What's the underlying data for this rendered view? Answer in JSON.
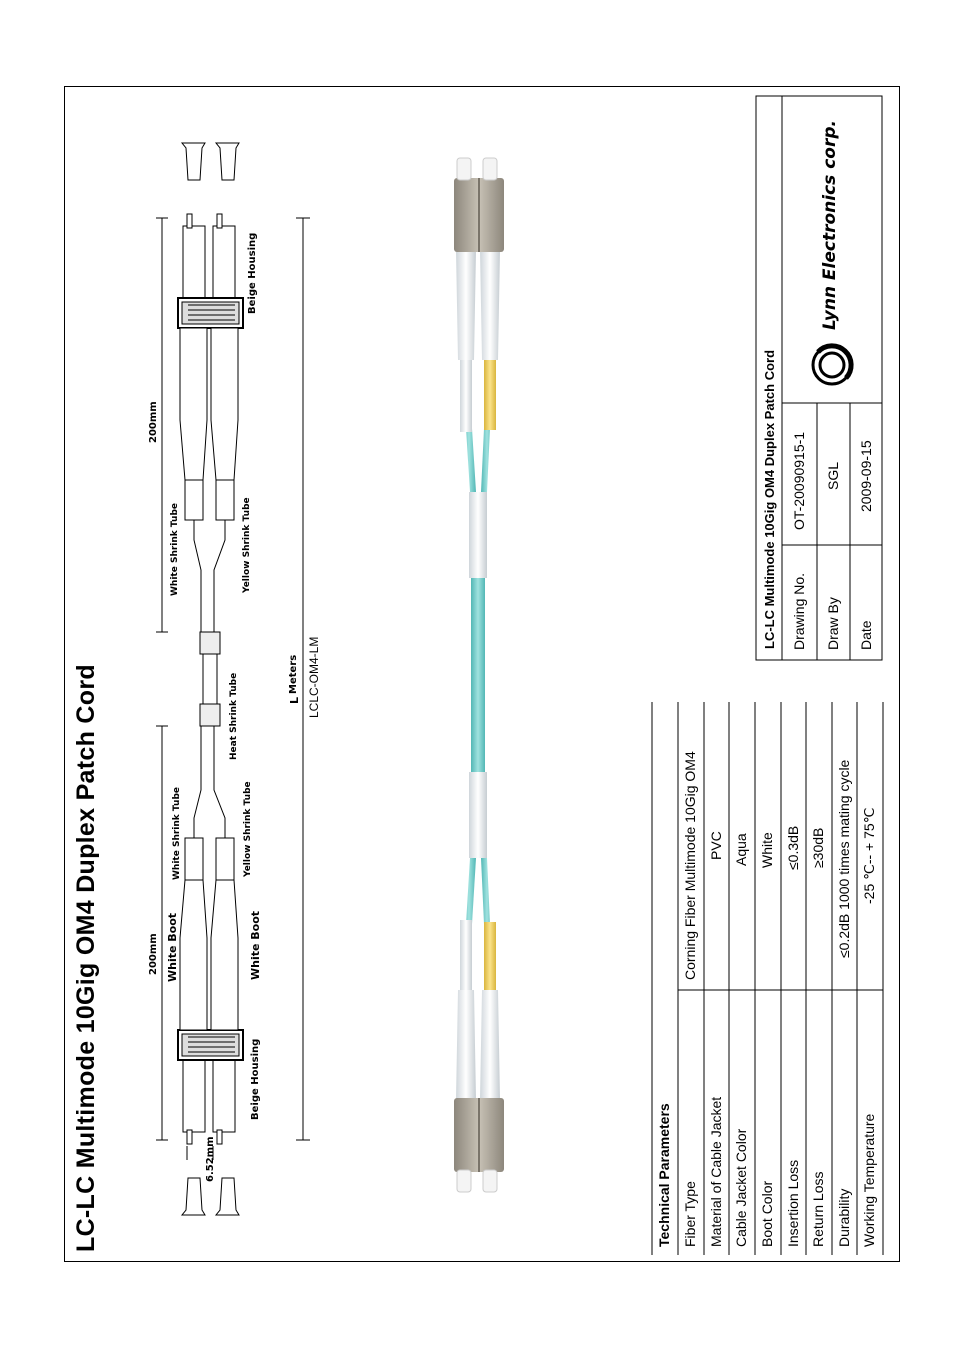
{
  "title": "LC-LC Multimode 10Gig OM4 Duplex Patch Cord",
  "drawing_labels": {
    "dim_200mm_left": "200mm",
    "dim_200mm_right": "200mm",
    "dim_652mm": "6.52mm",
    "white_boot_top": "White Boot",
    "white_boot_bottom": "White Boot",
    "beige_housing_left": "Beige Housing",
    "beige_housing_right": "Beige Housing",
    "white_shrink_tube_left": "White Shrink Tube",
    "white_shrink_tube_right": "White Shrink Tube",
    "yellow_shrink_tube_left": "Yellow Shrink Tube",
    "yellow_shrink_tube_right": "Yellow Shrink Tube",
    "heat_shrink_tube": "Heat Shrink Tube",
    "l_meters_l": "L",
    "l_meters_meters": "Meters",
    "part_code": "LCLC-OM4-LM"
  },
  "technical_parameters": {
    "heading": "Technical Parameters",
    "rows": [
      {
        "name": "Fiber Type",
        "value": "Corning Fiber Multimode 10Gig OM4"
      },
      {
        "name": "Material of Cable Jacket",
        "value": "PVC"
      },
      {
        "name": "Cable Jacket Color",
        "value": "Aqua"
      },
      {
        "name": "Boot Color",
        "value": "White"
      },
      {
        "name": "Insertion Loss",
        "value": "≤0.3dB"
      },
      {
        "name": "Return Loss",
        "value": "≥30dB"
      },
      {
        "name": "Durability",
        "value": "≤0.2dB 1000 times mating cycle"
      },
      {
        "name": "Working Temperature",
        "value": "-25 ℃-- + 75℃"
      }
    ]
  },
  "title_block": {
    "product": "LC-LC Multimode 10Gig OM4 Duplex Patch Cord",
    "drawing_no_label": "Drawing No.",
    "drawing_no_value": "OT-20090915-1",
    "draw_by_label": "Draw By",
    "draw_by_value": "SGL",
    "date_label": "Date",
    "date_value": "2009-09-15",
    "company": "Lynn Electronics corp."
  },
  "colors": {
    "aqua_cable": "#7fd3d1",
    "beige_housing": "#b9b2a6",
    "yellow_tube": "#f3d46a",
    "white_boot": "#f2f4f6"
  }
}
